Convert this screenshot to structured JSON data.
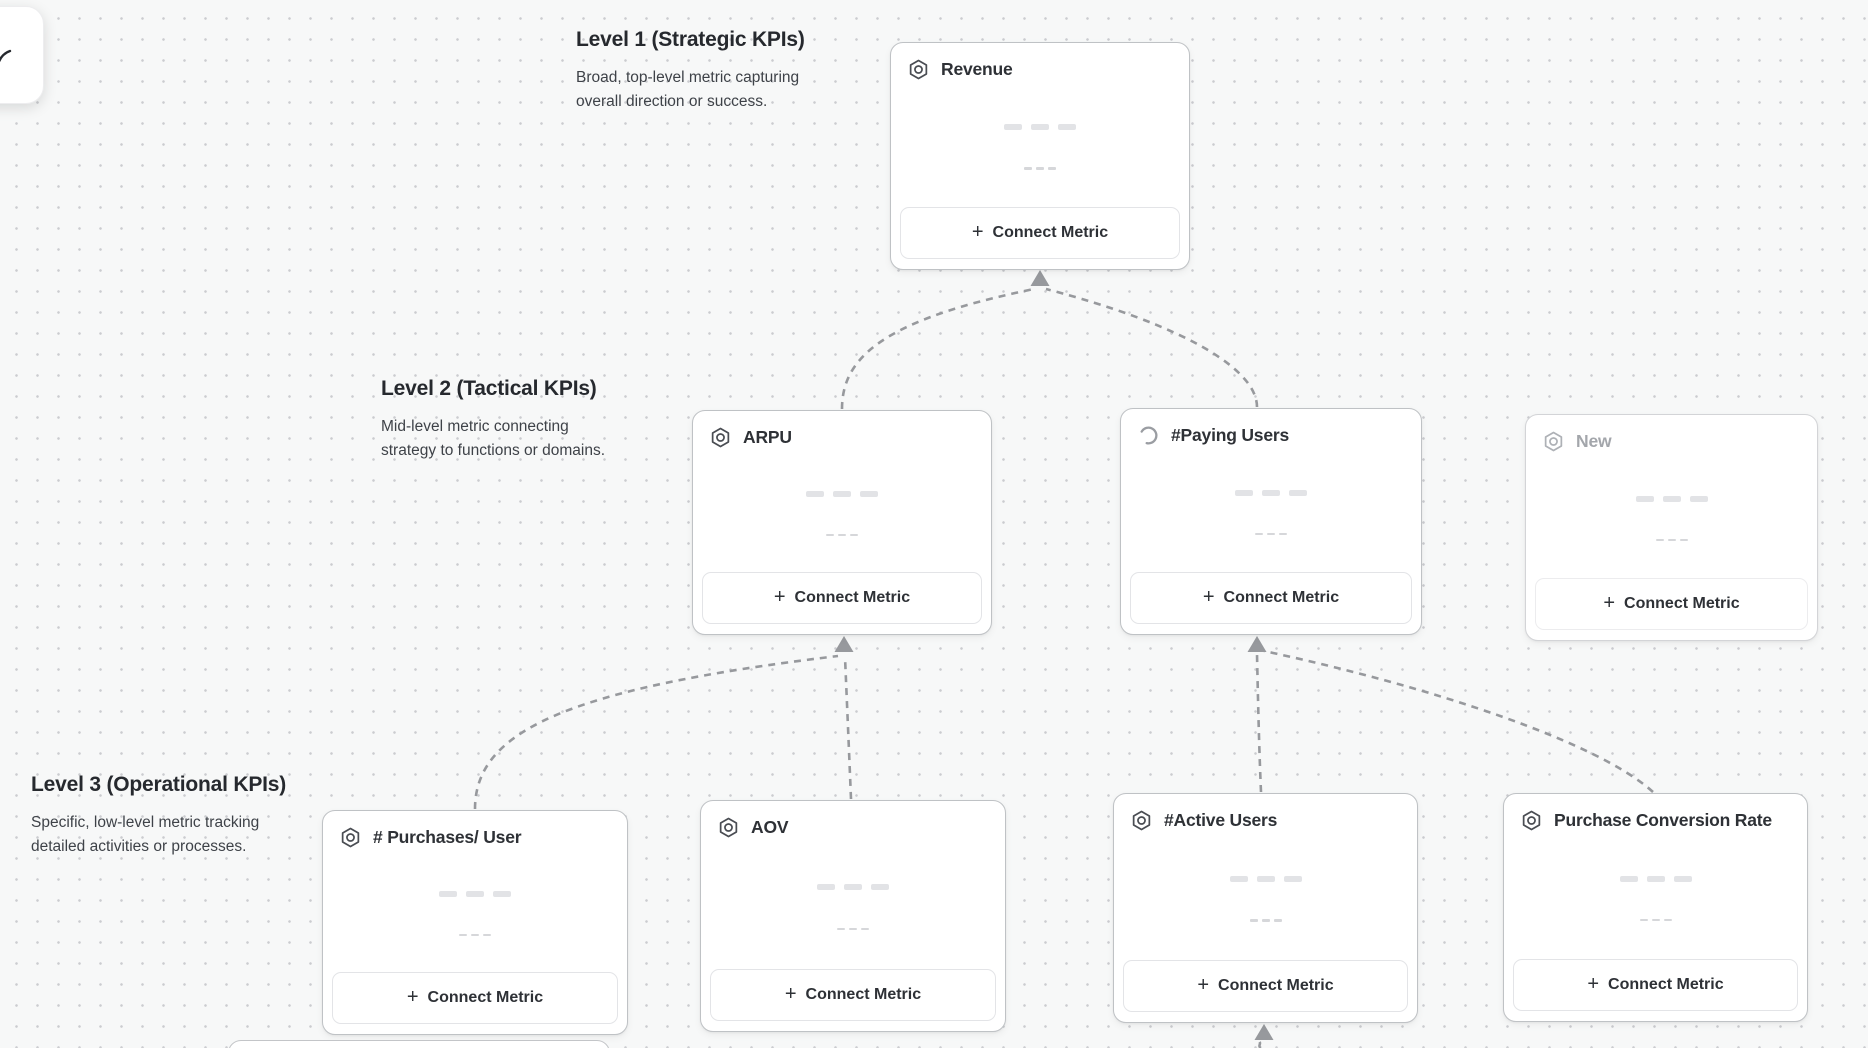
{
  "labels": {
    "connect_metric": "Connect Metric",
    "plus": "+"
  },
  "levels": [
    {
      "title": "Level 1 (Strategic KPIs)",
      "line1": "Broad, top-level metric capturing",
      "line2": "overall direction or success."
    },
    {
      "title": "Level 2 (Tactical KPIs)",
      "line1": "Mid-level metric connecting",
      "line2": "strategy to functions or domains."
    },
    {
      "title": "Level 3 (Operational KPIs)",
      "line1": "Specific, low-level metric tracking",
      "line2": "detailed activities or processes."
    }
  ],
  "cards": [
    {
      "title": "Revenue",
      "level": 1,
      "icon": "hexagon-metric-icon",
      "state": "default"
    },
    {
      "title": "ARPU",
      "level": 2,
      "icon": "hexagon-metric-icon",
      "state": "default"
    },
    {
      "title": "#Paying Users",
      "level": 2,
      "icon": "loading-spinner-icon",
      "state": "loading"
    },
    {
      "title": "New",
      "level": 2,
      "icon": "hexagon-metric-icon",
      "state": "muted"
    },
    {
      "title": "# Purchases/ User",
      "level": 3,
      "icon": "hexagon-metric-icon",
      "state": "default"
    },
    {
      "title": "AOV",
      "level": 3,
      "icon": "hexagon-metric-icon",
      "state": "default"
    },
    {
      "title": "#Active Users",
      "level": 3,
      "icon": "hexagon-metric-icon",
      "state": "default"
    },
    {
      "title": "Purchase Conversion Rate",
      "level": 3,
      "icon": "hexagon-metric-icon",
      "state": "default"
    }
  ],
  "colors": {
    "canvas_background": "#f7f8f8",
    "grid_dot": "#cbccd0",
    "card_border": "#bfc2c5",
    "connector": "#97999d",
    "title_text": "#2e3136",
    "muted_text": "#a3a6ab",
    "skeleton": "#e2e3e6"
  }
}
